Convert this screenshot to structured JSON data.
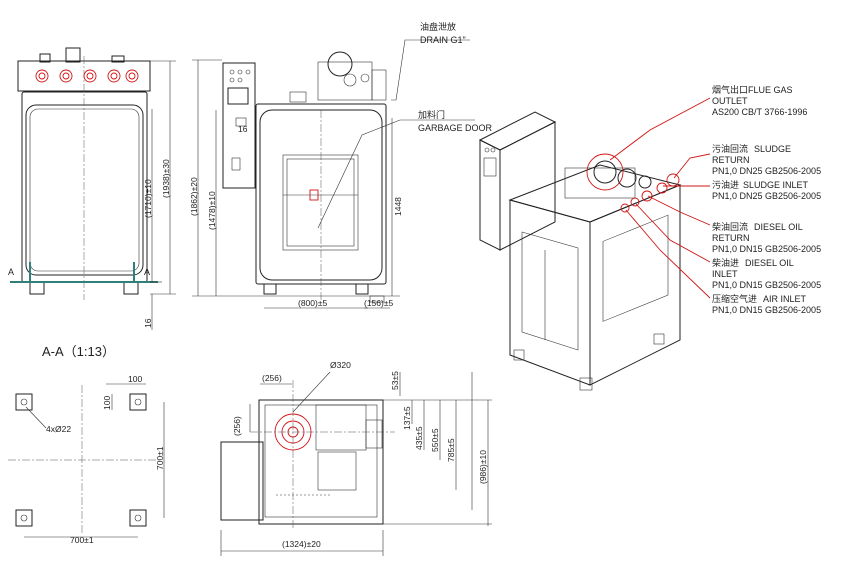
{
  "left_view": {
    "dims": [
      "(1710)±10",
      "(1938)±30",
      "16"
    ],
    "section_marks": [
      "A",
      "A"
    ]
  },
  "front_view": {
    "dims": [
      "(1862)±20",
      "(1478)±10",
      "1448",
      "(800)±5",
      "(156)±5"
    ],
    "small_label": "16",
    "callouts": {
      "drain_cn": "油盘泄放",
      "drain_en": "DRAIN G1\"",
      "door_cn": "加料门",
      "door_en": "GARBAGE DOOR"
    }
  },
  "section": {
    "title": "A-A（1:13）",
    "dims": [
      "100",
      "100",
      "4xØ22",
      "700±1",
      "700±1"
    ]
  },
  "top_view": {
    "dims": [
      "(256)",
      "Ø320",
      "(256)",
      "53±5",
      "137±5",
      "435±5",
      "550±5",
      "785±5",
      "(986)±10",
      "(1324)±20"
    ]
  },
  "iso_callouts": [
    {
      "cn": "烟气出口",
      "lines": [
        "FLUE GAS",
        "OUTLET",
        "AS200  CB/T 3766-1996"
      ]
    },
    {
      "cn": "污油回流",
      "lines": [
        "SLUDGE",
        "RETURN",
        "PN1,0 DN25 GB2506-2005"
      ]
    },
    {
      "cn": "污油进",
      "lines": [
        "SLUDGE INLET",
        "PN1,0  DN25 GB2506-2005"
      ]
    },
    {
      "cn": "柴油回流",
      "lines": [
        "DIESEL OIL",
        "RETURN",
        "PN1,0 DN15 GB2506-2005"
      ]
    },
    {
      "cn": "柴油进",
      "lines": [
        "DIESEL OIL",
        "INLET",
        "PN1,0 DN15 GB2506-2005"
      ]
    },
    {
      "cn": "压缩空气进",
      "lines": [
        "AIR INLET",
        "PN1,0 DN15 GB2506-2005"
      ]
    }
  ]
}
